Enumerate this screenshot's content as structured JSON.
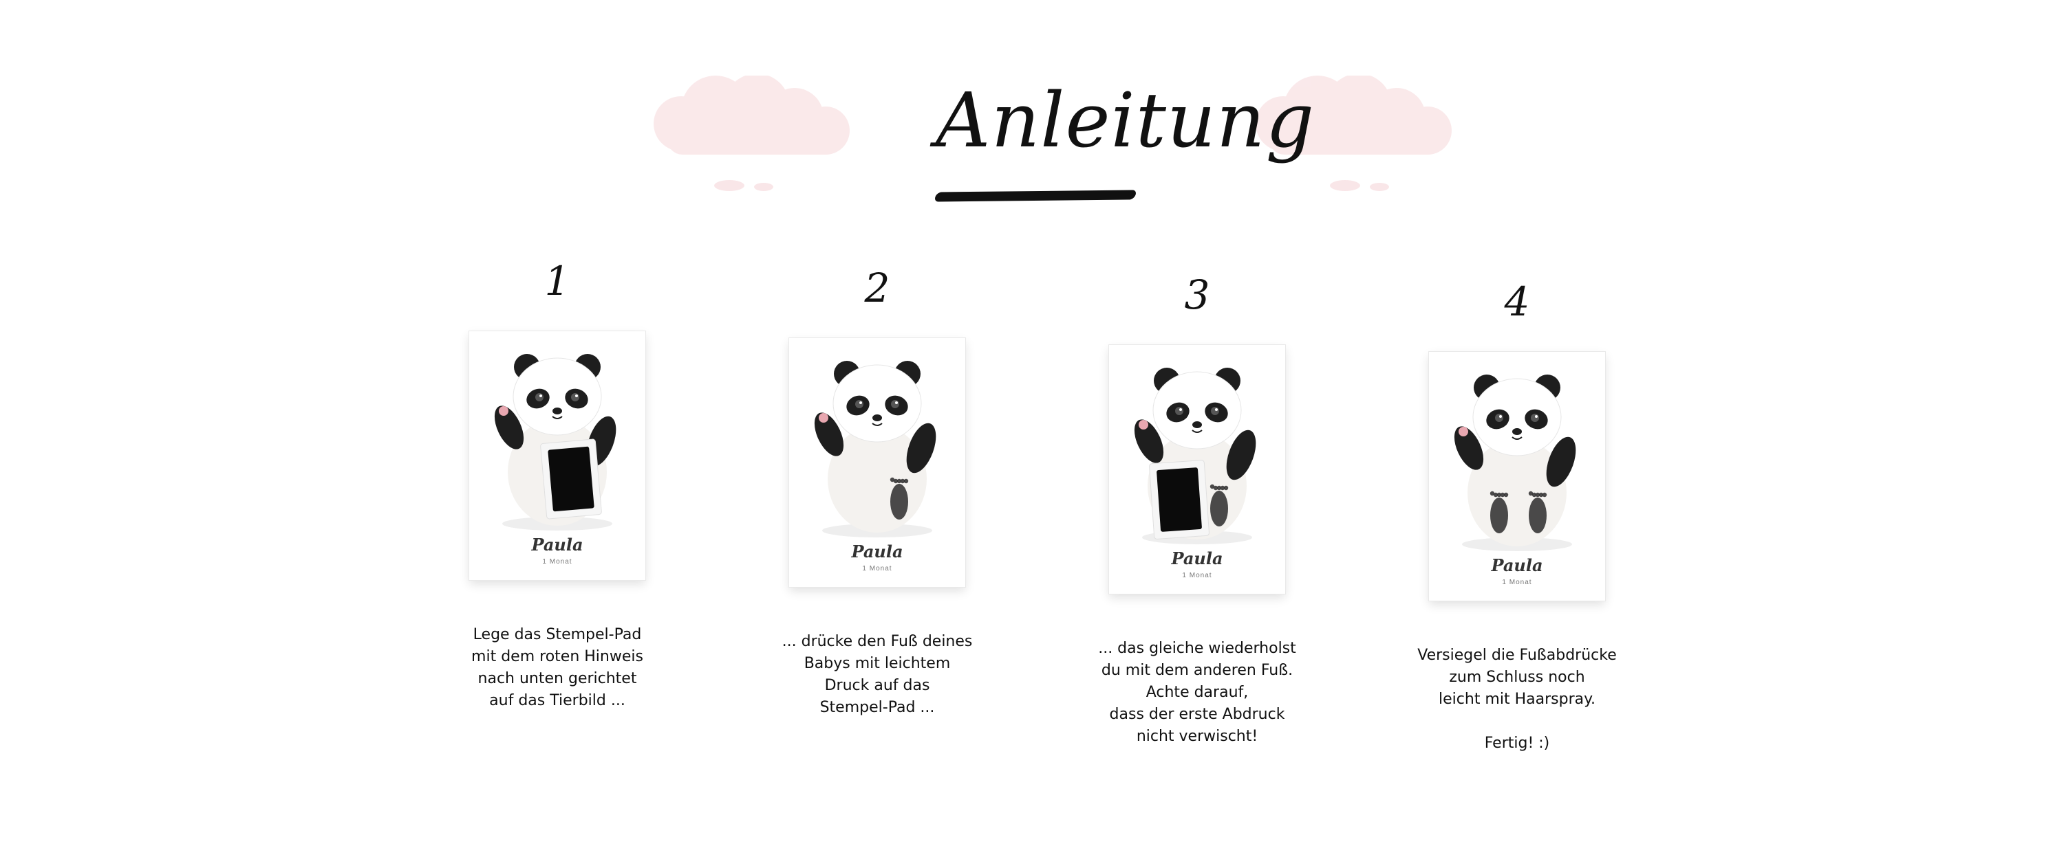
{
  "title": "Anleitung",
  "steps": [
    {
      "number": "1",
      "card": {
        "name": "Paula",
        "sub": "1 Monat"
      },
      "lines": [
        "Lege das Stempel-Pad",
        "mit dem roten Hinweis",
        "nach unten gerichtet",
        "auf das Tierbild ..."
      ]
    },
    {
      "number": "2",
      "card": {
        "name": "Paula",
        "sub": "1 Monat"
      },
      "lines": [
        "... drücke den Fuß deines",
        "Babys mit leichtem",
        "Druck auf das",
        "Stempel-Pad ..."
      ]
    },
    {
      "number": "3",
      "card": {
        "name": "Paula",
        "sub": "1 Monat"
      },
      "lines": [
        "... das gleiche wiederholst",
        "du mit dem anderen Fuß.",
        "Achte darauf,",
        "dass der erste Abdruck",
        "nicht verwischt!"
      ]
    },
    {
      "number": "4",
      "card": {
        "name": "Paula",
        "sub": "1 Monat"
      },
      "lines": [
        "Versiegel die Fußabdrücke",
        "zum Schluss noch",
        "leicht mit Haarspray.",
        "",
        "Fertig! :)"
      ]
    }
  ]
}
